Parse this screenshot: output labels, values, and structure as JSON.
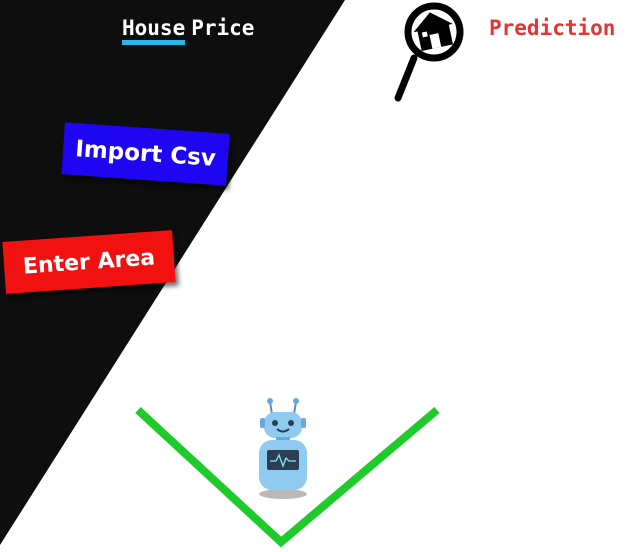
{
  "header": {
    "title_first": "House",
    "title_second": "Price",
    "prediction_label": "Prediction",
    "logo_icon": "house-magnifier-icon"
  },
  "buttons": {
    "import_label": "Import Csv",
    "area_label": "Enter Area"
  },
  "illustration": {
    "robot_icon": "robot-icon",
    "check_icon": "green-v-mark-icon"
  },
  "colors": {
    "background_dark": "#0e0e0e",
    "background_light": "#ffffff",
    "import_button": "#1f06f0",
    "area_button": "#f21111",
    "prediction_text": "#e33535",
    "title_underline": "#29b6e8",
    "v_mark": "#1ecb2a"
  }
}
